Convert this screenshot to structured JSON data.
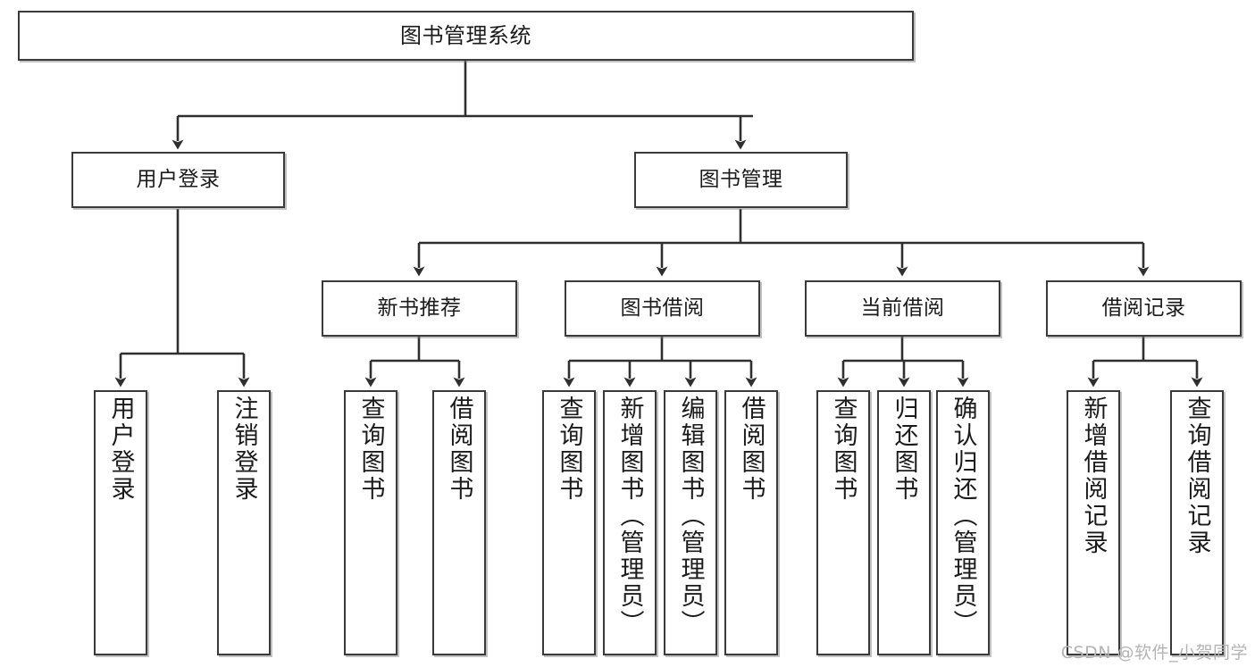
{
  "diagram": {
    "type": "hierarchy-tree",
    "title_node": "图书管理系统",
    "watermark": "CSDN @软件_小贺同学",
    "colors": {
      "box_border": "#3a3a3a",
      "box_fill": "#ffffff",
      "connector": "#2f2f2f",
      "text": "#1b1b1b",
      "watermark": "#b4b4b4"
    },
    "nodes": {
      "root": {
        "label": "图书管理系统",
        "level": 1
      },
      "l2": [
        {
          "id": "user-login",
          "label": "用户登录",
          "level": 2
        },
        {
          "id": "book-manage",
          "label": "图书管理",
          "level": 2
        }
      ],
      "l3": [
        {
          "id": "new-book-rec",
          "label": "新书推荐",
          "level": 3,
          "parent": "book-manage"
        },
        {
          "id": "book-borrow",
          "label": "图书借阅",
          "level": 3,
          "parent": "book-manage"
        },
        {
          "id": "current-borrow",
          "label": "当前借阅",
          "level": 3,
          "parent": "book-manage"
        },
        {
          "id": "borrow-record",
          "label": "借阅记录",
          "level": 3,
          "parent": "book-manage"
        }
      ],
      "leaves": [
        {
          "id": "leaf-user-login",
          "label": "用户登录",
          "parent": "user-login"
        },
        {
          "id": "leaf-logout",
          "label": "注销登录",
          "parent": "user-login"
        },
        {
          "id": "leaf-query-book-1",
          "label": "查询图书",
          "parent": "new-book-rec"
        },
        {
          "id": "leaf-borrow-book-1",
          "label": "借阅图书",
          "parent": "new-book-rec"
        },
        {
          "id": "leaf-query-book-2",
          "label": "查询图书",
          "parent": "book-borrow"
        },
        {
          "id": "leaf-add-book",
          "label": "新增图书（管理员）",
          "parent": "book-borrow"
        },
        {
          "id": "leaf-edit-book",
          "label": "编辑图书（管理员）",
          "parent": "book-borrow"
        },
        {
          "id": "leaf-borrow-book-2",
          "label": "借阅图书",
          "parent": "book-borrow"
        },
        {
          "id": "leaf-query-book-3",
          "label": "查询图书",
          "parent": "current-borrow"
        },
        {
          "id": "leaf-return-book",
          "label": "归还图书",
          "parent": "current-borrow"
        },
        {
          "id": "leaf-confirm-return",
          "label": "确认归还（管理员）",
          "parent": "current-borrow"
        },
        {
          "id": "leaf-add-record",
          "label": "新增借阅记录",
          "parent": "borrow-record"
        },
        {
          "id": "leaf-query-record",
          "label": "查询借阅记录",
          "parent": "borrow-record"
        }
      ]
    }
  }
}
